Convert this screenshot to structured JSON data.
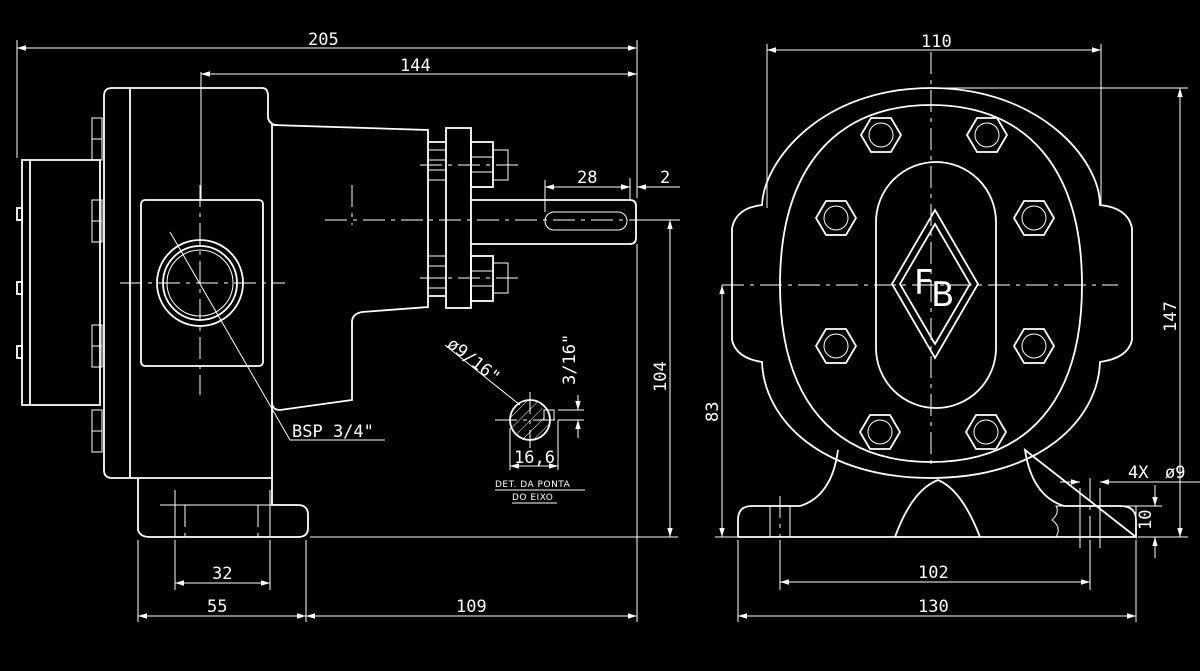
{
  "dimensions": {
    "side_overall": "205",
    "side_body": "144",
    "shaft_key": "28",
    "shaft_end": "2",
    "height_shaft": "104",
    "foot_hole": "32",
    "foot_width": "55",
    "foot_to_front": "109",
    "front_width": "110",
    "front_height": "147",
    "front_center_height": "83",
    "front_holes_spacing": "102",
    "front_base_width": "130",
    "base_thickness": "10",
    "holes_count": "4X",
    "holes_diameter": "ø9"
  },
  "labels": {
    "port_thread": "BSP 3/4\"",
    "shaft_diameter": "ø9/16\"",
    "key_width": "3/16\"",
    "shaft_flat": "16,6",
    "detail_line1": "DET. DA PONTA",
    "detail_line2": "DO EIXO"
  },
  "logo": {
    "letter1": "F",
    "letter2": "B"
  }
}
